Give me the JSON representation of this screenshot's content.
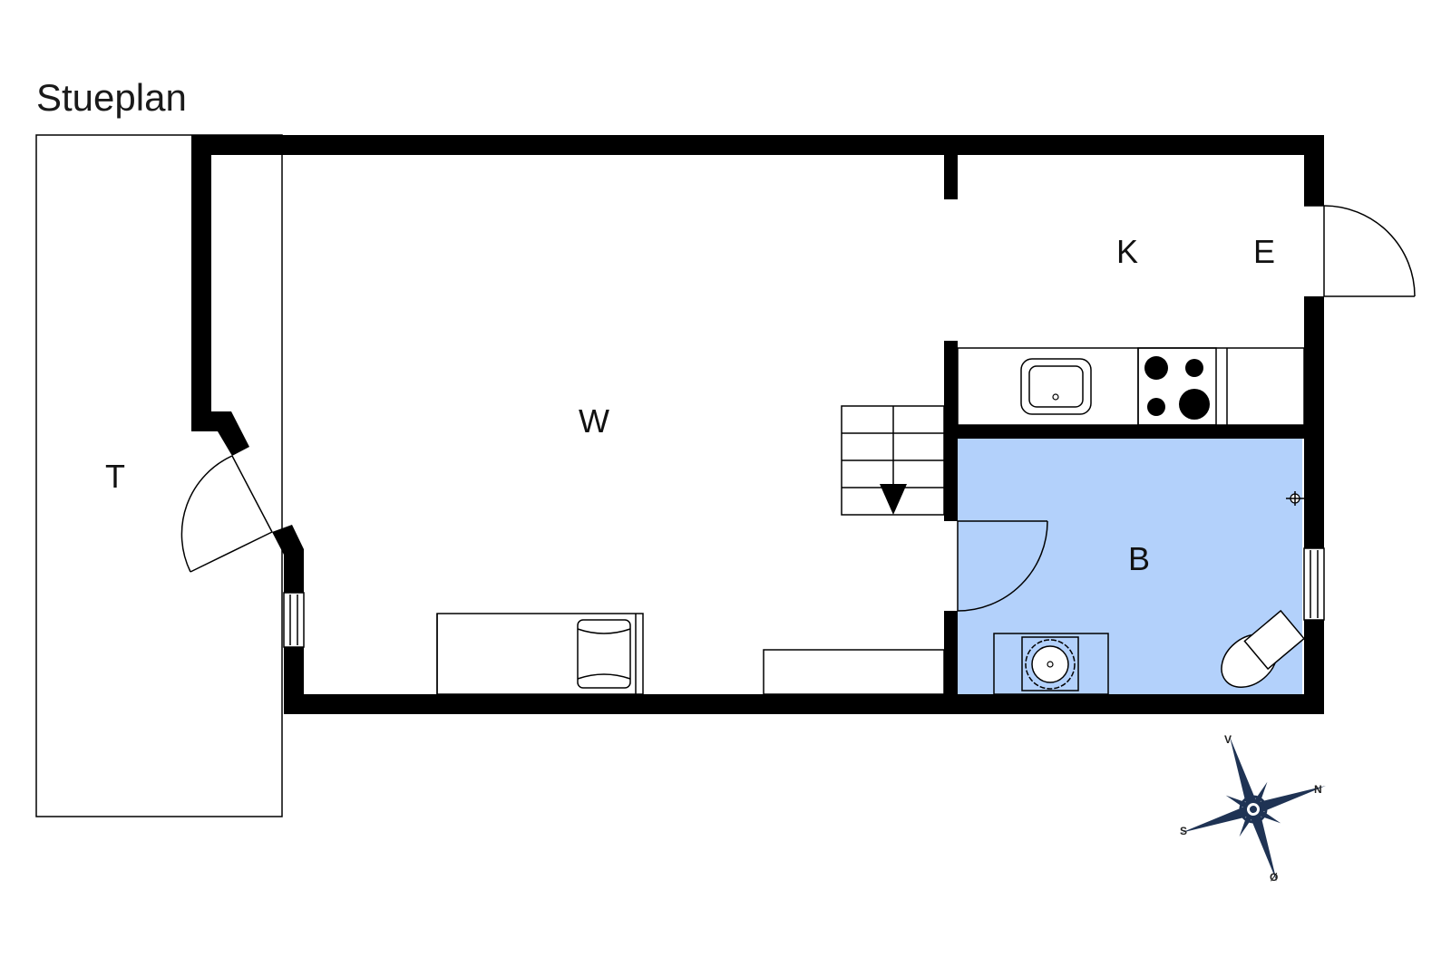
{
  "title": "Stueplan",
  "rooms": {
    "terrace": "T",
    "living": "W",
    "kitchen": "K",
    "entrance": "E",
    "bathroom": "B"
  },
  "compass": {
    "north": "N",
    "south": "S",
    "east": "Ø",
    "west": "V"
  },
  "colors": {
    "wall": "#000000",
    "bathroom_fill": "#b3d1fb",
    "compass_fill": "#1f3354"
  }
}
